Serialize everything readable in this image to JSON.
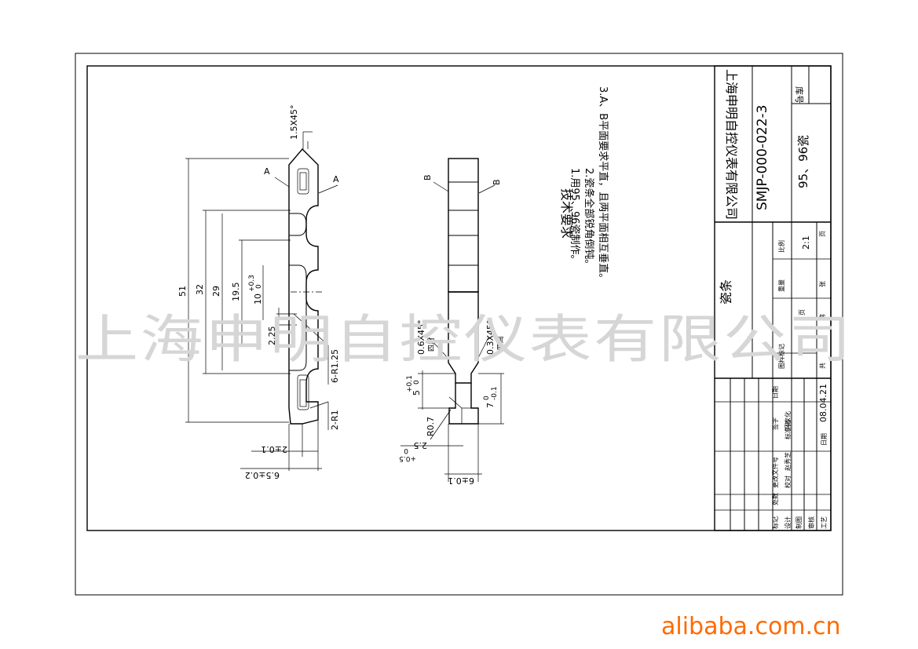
{
  "title_block": {
    "company": "上海申明自控仪表有限公司",
    "drawing_number": "SMJP-000-022-3",
    "material": "95、96瓷",
    "part_name": "瓷条",
    "library_number_label": "库号",
    "scale_label": "比例",
    "scale_value": "2:1",
    "weight_label": "重量",
    "sheet_label": "页",
    "total_label": "共",
    "zhang_label": "张",
    "drawing_mark_label": "图样标记",
    "sheet_of_label": "第",
    "date_label": "日期",
    "date_value": "08.04.21",
    "rows": {
      "mark": "标记",
      "count": "处数",
      "change_doc": "更改文件号",
      "signature": "签字",
      "date": "日期",
      "design": "设计",
      "drafting": "制图",
      "check": "审核",
      "process": "工艺",
      "std_check": "标准化",
      "proofread": "校对",
      "lead_check": "审核",
      "stamp": "赵秀芝",
      "signer": "冯家化"
    }
  },
  "tech_requirements": {
    "heading": "技术要求",
    "items": [
      "1.用95、96瓷制作。",
      "2.瓷条全部锐角倒钝。",
      "3.A、B平面要求平直，且两平面相互垂直。"
    ]
  },
  "dimensions": {
    "chamfer_top": "1.5X45°",
    "section_a": "A",
    "section_b": "B",
    "d51": "51",
    "d32": "32",
    "d29": "29",
    "d195": "19.5",
    "d10": "10",
    "d10_tol": "+0.3",
    "d10_tol2": "0",
    "d225": "2.25",
    "r125": "6-R1.25",
    "r1": "2-R1",
    "d2": "2±0.1",
    "d65": "6.5±0.2",
    "chamfer06": "0.6X45°",
    "chamfer03": "0.3X45°",
    "round1": "四周",
    "round2": "四周",
    "d5": "5",
    "d5_tol": "+0.1",
    "d5_tol2": "0",
    "d7": "7",
    "d7_tol": "0",
    "d7_tol2": "-0.1",
    "r07": "R0.7",
    "d25": "2.5",
    "d25_tol": "+0.5",
    "d25_tol2": "0",
    "d6": "6±0.1"
  },
  "watermark": "上海申明自控仪表有限公司",
  "brand": "alibaba.com.cn"
}
